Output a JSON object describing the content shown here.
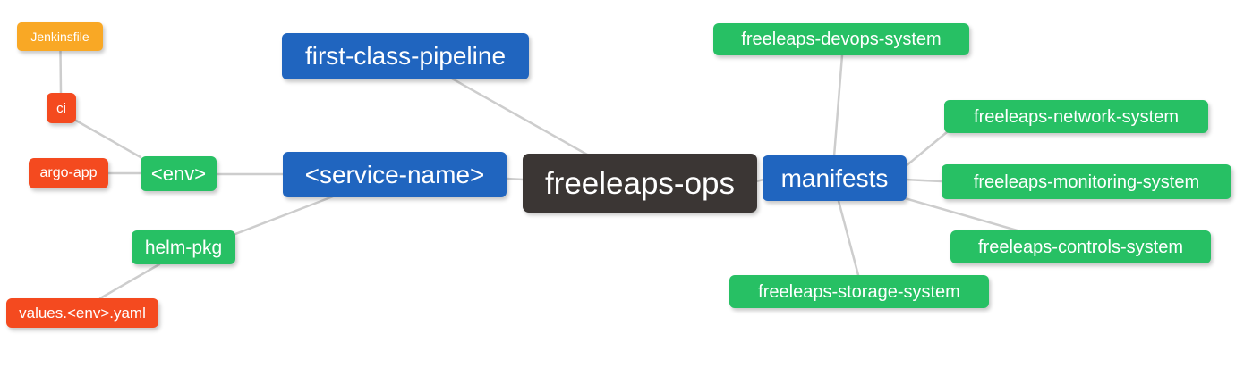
{
  "diagram": {
    "type": "mindmap",
    "root_label": "freeleaps-ops",
    "colors": {
      "root_node": "#3b3634",
      "branch_node": "#2065bf",
      "green_node": "#27c064",
      "red_node": "#f44a1f",
      "orange_node": "#f9a825",
      "edge_line": "#cdcdcd",
      "node_text": "#ffffff",
      "background": "#ffffff"
    },
    "nodes": {
      "root": {
        "label": "freeleaps-ops"
      },
      "first_class_pipeline": {
        "label": "first-class-pipeline"
      },
      "service_name": {
        "label": "<service-name>"
      },
      "env": {
        "label": "<env>"
      },
      "ci": {
        "label": "ci"
      },
      "jenkinsfile": {
        "label": "Jenkinsfile"
      },
      "argo_app": {
        "label": "argo-app"
      },
      "helm_pkg": {
        "label": "helm-pkg"
      },
      "values_env_yaml": {
        "label": "values.<env>.yaml"
      },
      "manifests": {
        "label": "manifests"
      },
      "devops_system": {
        "label": "freeleaps-devops-system"
      },
      "network_system": {
        "label": "freeleaps-network-system"
      },
      "monitoring_system": {
        "label": "freeleaps-monitoring-system"
      },
      "controls_system": {
        "label": "freeleaps-controls-system"
      },
      "storage_system": {
        "label": "freeleaps-storage-system"
      }
    },
    "edges": [
      {
        "from": "root",
        "to": "first_class_pipeline"
      },
      {
        "from": "root",
        "to": "service_name"
      },
      {
        "from": "root",
        "to": "manifests"
      },
      {
        "from": "service_name",
        "to": "env"
      },
      {
        "from": "service_name",
        "to": "helm_pkg"
      },
      {
        "from": "env",
        "to": "ci"
      },
      {
        "from": "env",
        "to": "argo_app"
      },
      {
        "from": "ci",
        "to": "jenkinsfile"
      },
      {
        "from": "helm_pkg",
        "to": "values_env_yaml"
      },
      {
        "from": "manifests",
        "to": "devops_system"
      },
      {
        "from": "manifests",
        "to": "network_system"
      },
      {
        "from": "manifests",
        "to": "monitoring_system"
      },
      {
        "from": "manifests",
        "to": "controls_system"
      },
      {
        "from": "manifests",
        "to": "storage_system"
      }
    ]
  }
}
